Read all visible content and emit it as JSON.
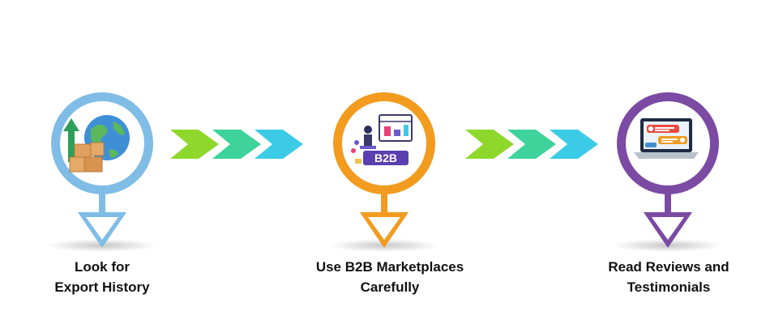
{
  "steps": [
    {
      "line1": "Look for",
      "line2": "Export History",
      "color": "#7fbce6",
      "icon": "globe-export-icon"
    },
    {
      "line1": "Use B2B Marketplaces",
      "line2": "Carefully",
      "color": "#f29b1e",
      "icon": "b2b-marketplace-icon"
    },
    {
      "line1": "Read Reviews and",
      "line2": "Testimonials",
      "color": "#7b4aa3",
      "icon": "laptop-reviews-icon"
    }
  ],
  "icon_texts": {
    "b2b": "B2B"
  },
  "arrow_colors": [
    "#8ed82c",
    "#3dd39a",
    "#3ccbe6"
  ]
}
